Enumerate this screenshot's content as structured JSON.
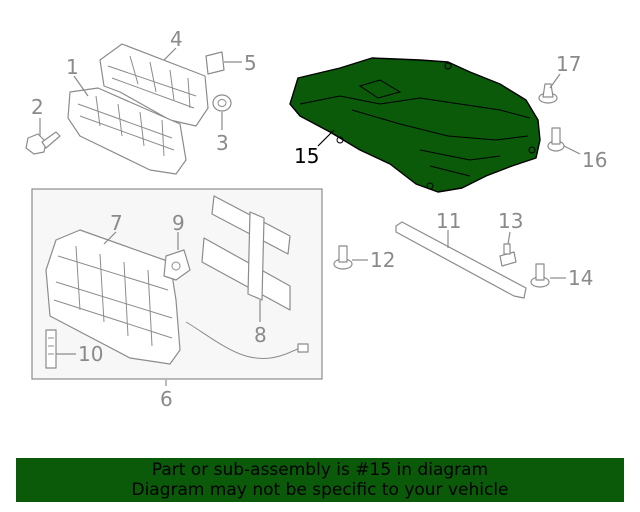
{
  "callouts": {
    "c1": "1",
    "c2": "2",
    "c3": "3",
    "c4": "4",
    "c5": "5",
    "c6": "6",
    "c7": "7",
    "c8": "8",
    "c9": "9",
    "c10": "10",
    "c11": "11",
    "c12": "12",
    "c13": "13",
    "c14": "14",
    "c15": "15",
    "c16": "16",
    "c17": "17"
  },
  "highlight_part": "15",
  "colors": {
    "highlight": "#0a5a0a",
    "callout": "#8a8a8a",
    "outline": "#8c8c8c"
  },
  "banner": {
    "line1": "Part or sub-assembly is #15 in diagram",
    "line2": "Diagram may not be specific to your vehicle"
  }
}
